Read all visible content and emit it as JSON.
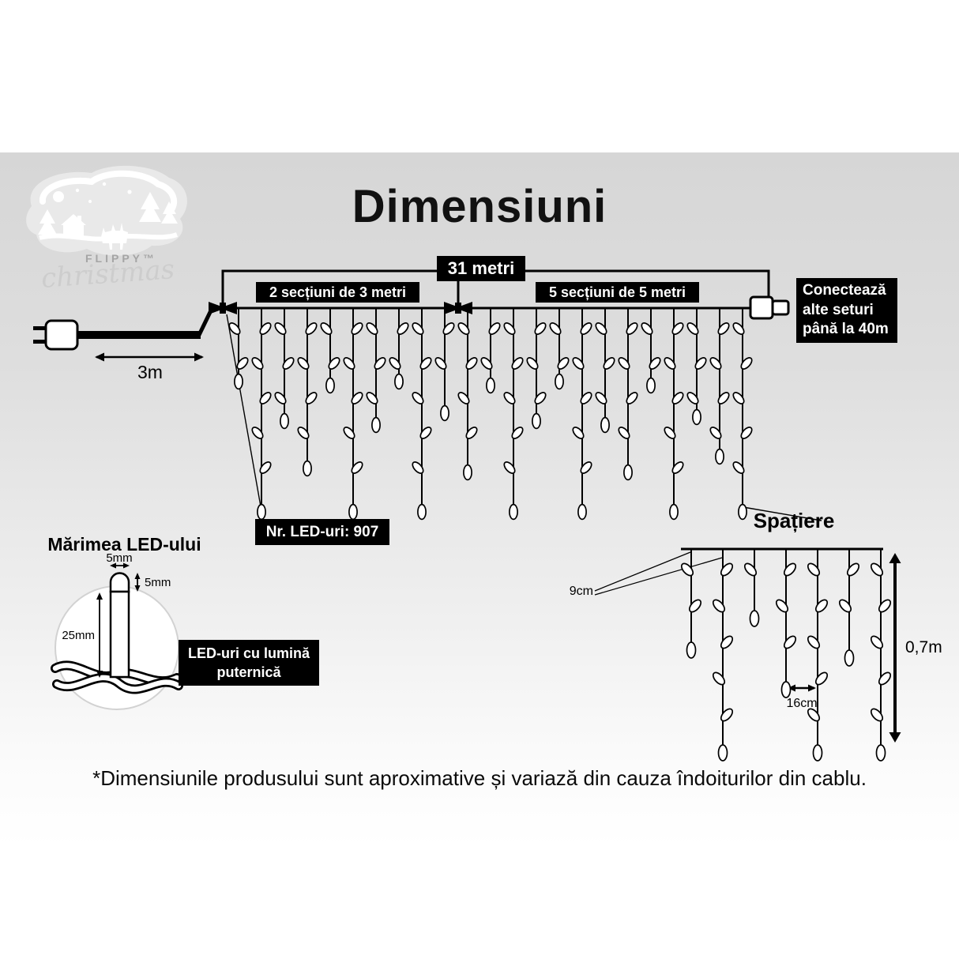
{
  "title": "Dimensiuni",
  "logo": {
    "brand": "FLIPPY™",
    "script": "christmas"
  },
  "diagram": {
    "total_length": "31 metri",
    "left_sections": "2 secțiuni de 3 metri",
    "right_sections": "5 secțiuni de 5 metri",
    "connect_note": "Conectează alte seturi până la 40m",
    "lead_length": "3m",
    "led_count": "Nr. LED-uri: 907"
  },
  "led_size": {
    "title": "Mărimea LED-ului",
    "cap_width": "5mm",
    "cap_height": "5mm",
    "body_height": "25mm",
    "note": "LED-uri cu lumină puternică"
  },
  "spacing": {
    "title": "Spațiere",
    "strand_gap": "9cm",
    "bulb_gap": "16cm",
    "strand_height": "0,7m"
  },
  "footer_note": "*Dimensiunile produsului sunt aproximative și variază din cauza îndoiturilor din cablu.",
  "colors": {
    "label_bg": "#000000",
    "label_text": "#ffffff",
    "band_top": "#d6d6d6"
  }
}
